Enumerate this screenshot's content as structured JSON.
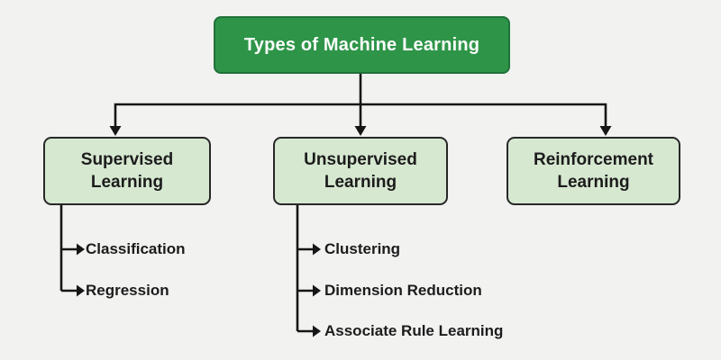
{
  "diagram": {
    "title": "Types of Machine Learning",
    "type": "tree-flowchart",
    "colors": {
      "background": "#f2f2f1",
      "root_fill": "#2e9548",
      "root_border": "#20713a",
      "root_text": "#fbfdfb",
      "branch_fill": "#d7e8d1",
      "branch_border": "#282828",
      "branch_text": "#1c1c1c",
      "connector": "#161616"
    },
    "root": {
      "label": "Types of Machine Learning"
    },
    "branches": [
      {
        "label": "Supervised Learning",
        "children": [
          {
            "label": "Classification"
          },
          {
            "label": "Regression"
          }
        ]
      },
      {
        "label": "Unsupervised Learning",
        "children": [
          {
            "label": "Clustering"
          },
          {
            "label": "Dimension Reduction"
          },
          {
            "label": "Associate Rule Learning"
          }
        ]
      },
      {
        "label": "Reinforcement Learning",
        "children": []
      }
    ]
  }
}
